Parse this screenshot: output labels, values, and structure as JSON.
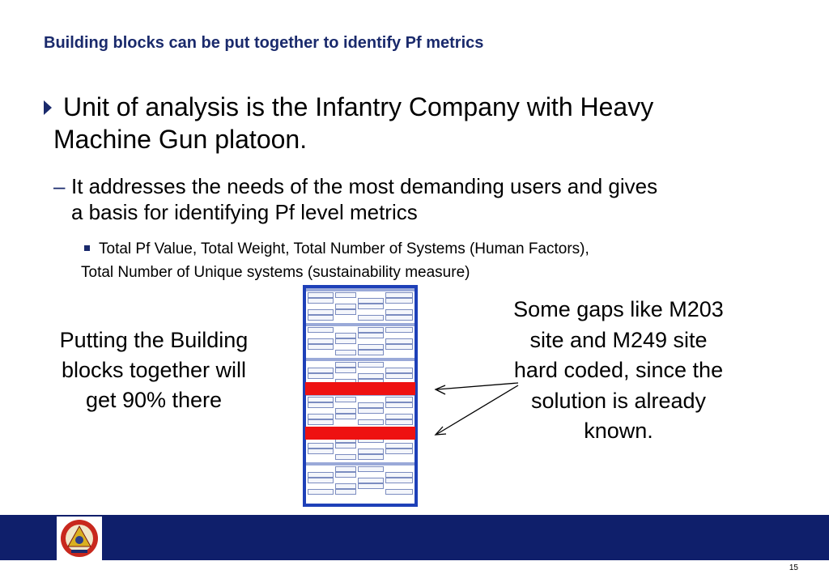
{
  "slide": {
    "title": "Building blocks can be put together to identify Pf metrics",
    "bullet1": {
      "line1": "Unit of analysis is the Infantry Company with Heavy",
      "line2": "Machine Gun platoon."
    },
    "bullet2": {
      "dash": "–",
      "line1": "It addresses the needs of the most demanding users and gives",
      "line2": "a basis for identifying Pf level metrics"
    },
    "bullet3": {
      "line1": "Total Pf Value, Total Weight, Total Number of Systems (Human Factors),",
      "line2": "Total Number of Unique systems (sustainability measure)"
    },
    "left_callout": "Putting the Building blocks together will get 90% there",
    "right_callout": "Some gaps like M203 site and M249 site hard coded, since the solution is already known.",
    "page_number": "15"
  },
  "colors": {
    "title": "#1a2a6c",
    "footer": "#0f1f6b",
    "blocks_border": "#1e40b8",
    "highlight": "#ee1111"
  },
  "icons": {
    "bullet1": "triangle-bullet-icon",
    "bullet3": "square-bullet-icon",
    "logo": "emblem-logo-icon"
  }
}
